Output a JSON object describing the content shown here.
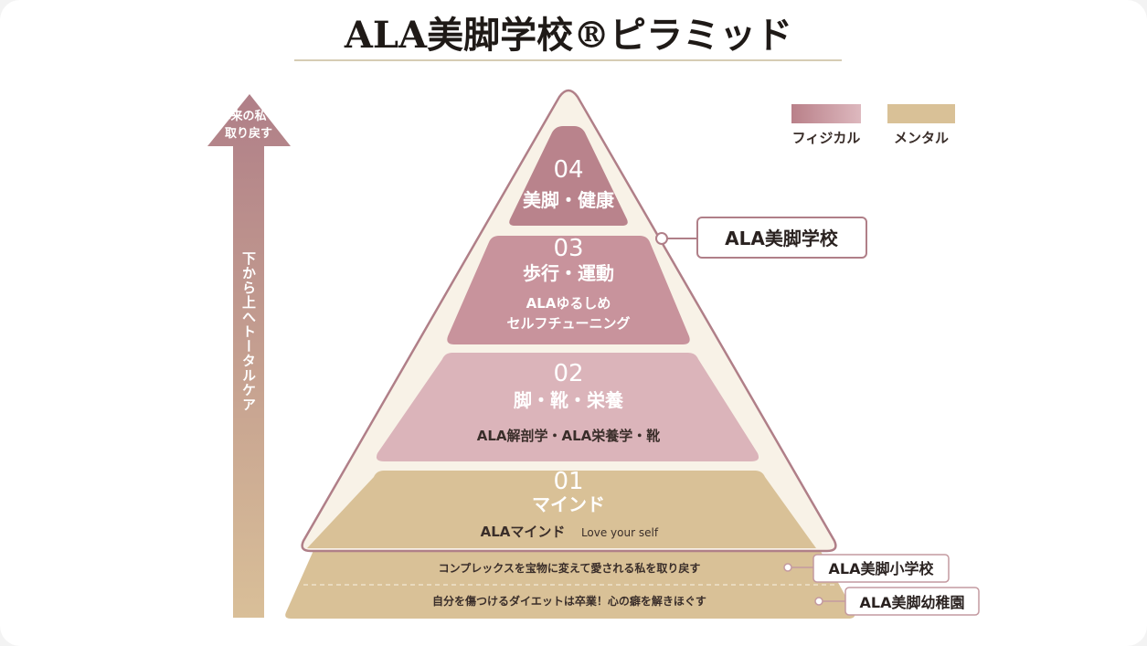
{
  "title": "ALA美脚学校®ピラミッド",
  "legend": [
    {
      "label": "フィジカル",
      "color": "#c48e98"
    },
    {
      "label": "メンタル",
      "color": "#d9c197"
    }
  ],
  "arrow": {
    "top_line1": "本来の私を",
    "top_line2": "取り戻す",
    "vertical_text": "下から上へトータルケア"
  },
  "levels": [
    {
      "number": "04",
      "heading": "美脚・健康",
      "detail": "",
      "color": "#b9838c"
    },
    {
      "number": "03",
      "heading": "歩行・運動",
      "detail": "ALAゆるしめ",
      "detail2": "セルフチューニング",
      "color": "#c8939c"
    },
    {
      "number": "02",
      "heading": "脚・靴・栄養",
      "detail": "ALA解剖学・ALA栄養学・靴",
      "color": "#dbb4ba"
    },
    {
      "number": "01",
      "heading": "マインド",
      "detail": "ALAマインド",
      "detail_en": "Love your self",
      "color": "#d9c197"
    }
  ],
  "bands": [
    {
      "text": "コンプレックスを宝物に変えて愛される私を取り戻す",
      "tag": "ALA美脚小学校"
    },
    {
      "text": "自分を傷つけるダイエットは卒業！心の癖を解きほぐす",
      "tag": "ALA美脚幼稚園"
    }
  ],
  "school_tag": "ALA美脚学校"
}
